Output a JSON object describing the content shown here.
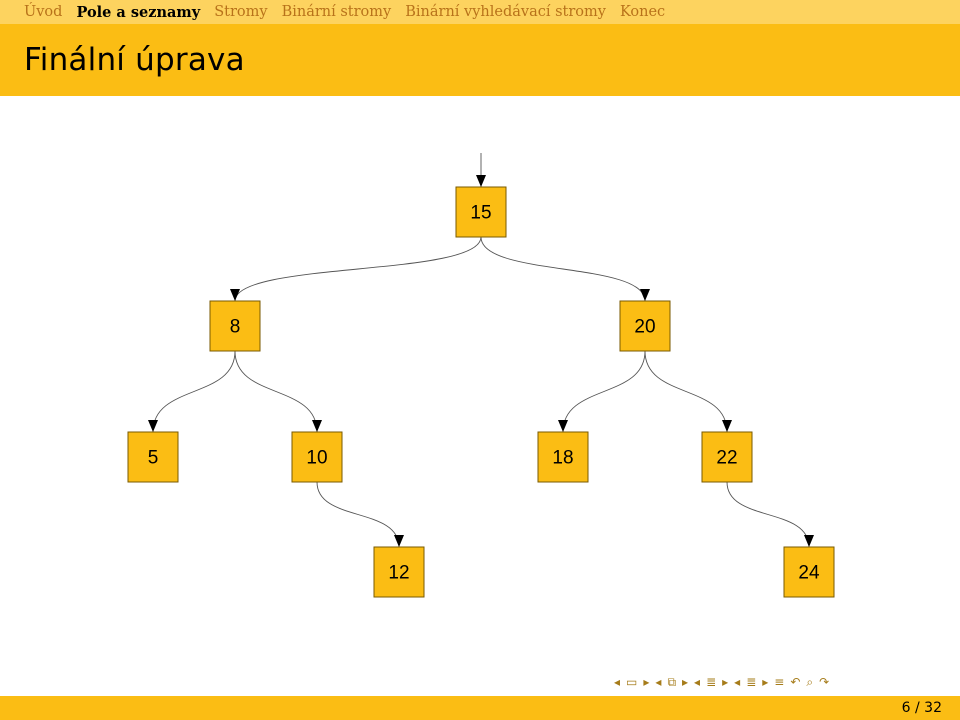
{
  "nav": {
    "sections": [
      "Úvod",
      "Pole a seznamy",
      "Stromy",
      "Binární stromy",
      "Binární vyhledávací stromy",
      "Konec"
    ],
    "active_index": 1
  },
  "title": "Finální úprava",
  "tree": {
    "nodes": [
      {
        "id": "n15",
        "label": "15"
      },
      {
        "id": "n8",
        "label": "8"
      },
      {
        "id": "n20",
        "label": "20"
      },
      {
        "id": "n5",
        "label": "5"
      },
      {
        "id": "n10",
        "label": "10"
      },
      {
        "id": "n18",
        "label": "18"
      },
      {
        "id": "n22",
        "label": "22"
      },
      {
        "id": "n12",
        "label": "12"
      },
      {
        "id": "n24",
        "label": "24"
      }
    ],
    "edges": [
      [
        "n15",
        "n8"
      ],
      [
        "n15",
        "n20"
      ],
      [
        "n8",
        "n5"
      ],
      [
        "n8",
        "n10"
      ],
      [
        "n20",
        "n18"
      ],
      [
        "n20",
        "n22"
      ],
      [
        "n10",
        "n12"
      ],
      [
        "n22",
        "n24"
      ]
    ],
    "root_pointer": true
  },
  "footer": {
    "page": "6 / 32"
  },
  "colors": {
    "nav_bg": "#fdd35f",
    "title_bg": "#fbbd14",
    "node_fill": "#fbbd14",
    "inactive_text": "#b8721a"
  },
  "nav_icons": [
    "left-arrow-icon",
    "frame-icon",
    "right-arrow-icon",
    "left-arrow-icon",
    "subsection-icon",
    "right-arrow-icon",
    "left-arrow-icon",
    "section-icon",
    "right-arrow-icon",
    "left-arrow-icon",
    "document-icon",
    "right-arrow-icon",
    "align-icon",
    "undo-icon",
    "search-icon",
    "redo-icon"
  ]
}
